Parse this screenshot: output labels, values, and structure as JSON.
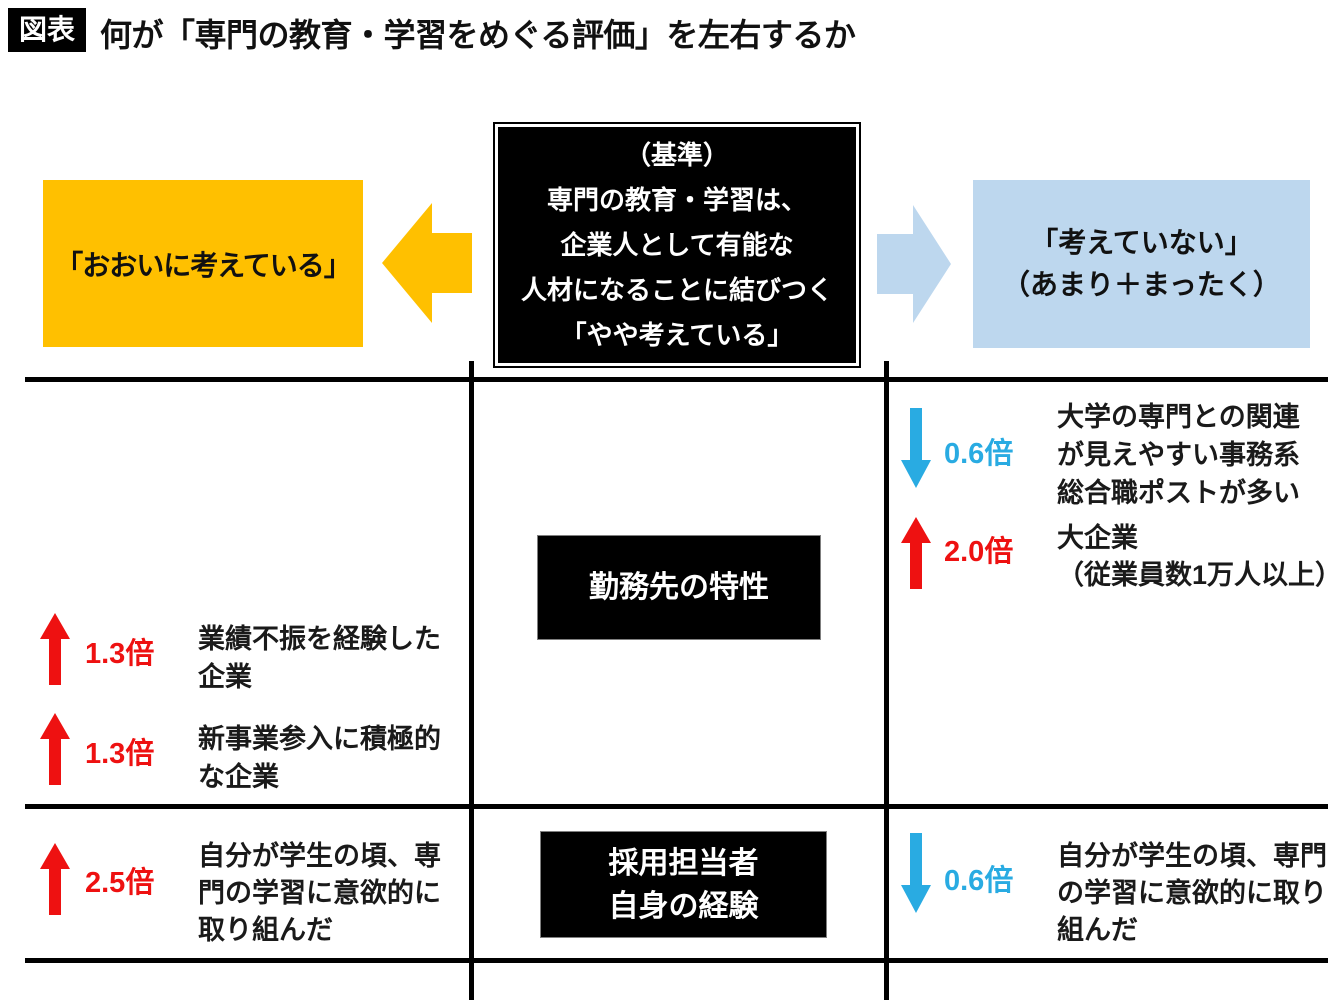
{
  "colors": {
    "orange": "#FFC000",
    "light_blue": "#BDD7EE",
    "blue": "#29ABE2",
    "red": "#EE1111",
    "black": "#000000",
    "white": "#FFFFFF"
  },
  "header": {
    "badge": "図表",
    "title": "何が「専門の教育・学習をめぐる評価」を左右するか"
  },
  "baseline_box": {
    "text": "（基準）\n専門の教育・学習は、\n企業人として有能な\n人材になることに結びつく\n「やや考えている」"
  },
  "left_outcome": {
    "label": "「おおいに考えている」"
  },
  "right_outcome": {
    "label": "「考えていない」\n（あまり＋まったく）"
  },
  "icons": {
    "left_arrow": "left-block-arrow",
    "right_arrow": "right-block-arrow",
    "up_arrow": "up-arrow",
    "down_arrow": "down-arrow"
  },
  "rows": [
    {
      "category": "勤務先の特性",
      "left_items": [
        {
          "direction": "up",
          "multiplier": "1.3倍",
          "description": "業績不振を経験した\n企業"
        },
        {
          "direction": "up",
          "multiplier": "1.3倍",
          "description": "新事業参入に積極的\nな企業"
        }
      ],
      "right_items": [
        {
          "direction": "down",
          "multiplier": "0.6倍",
          "description": "大学の専門との関連\nが見えやすい事務系\n総合職ポストが多い"
        },
        {
          "direction": "up",
          "multiplier": "2.0倍",
          "description": "大企業\n（従業員数1万人以上）"
        }
      ]
    },
    {
      "category": "採用担当者\n自身の経験",
      "left_items": [
        {
          "direction": "up",
          "multiplier": "2.5倍",
          "description": "自分が学生の頃、専\n門の学習に意欲的に\n取り組んだ"
        }
      ],
      "right_items": [
        {
          "direction": "down",
          "multiplier": "0.6倍",
          "description": "自分が学生の頃、専門\nの学習に意欲的に取り\n組んだ"
        }
      ]
    }
  ]
}
